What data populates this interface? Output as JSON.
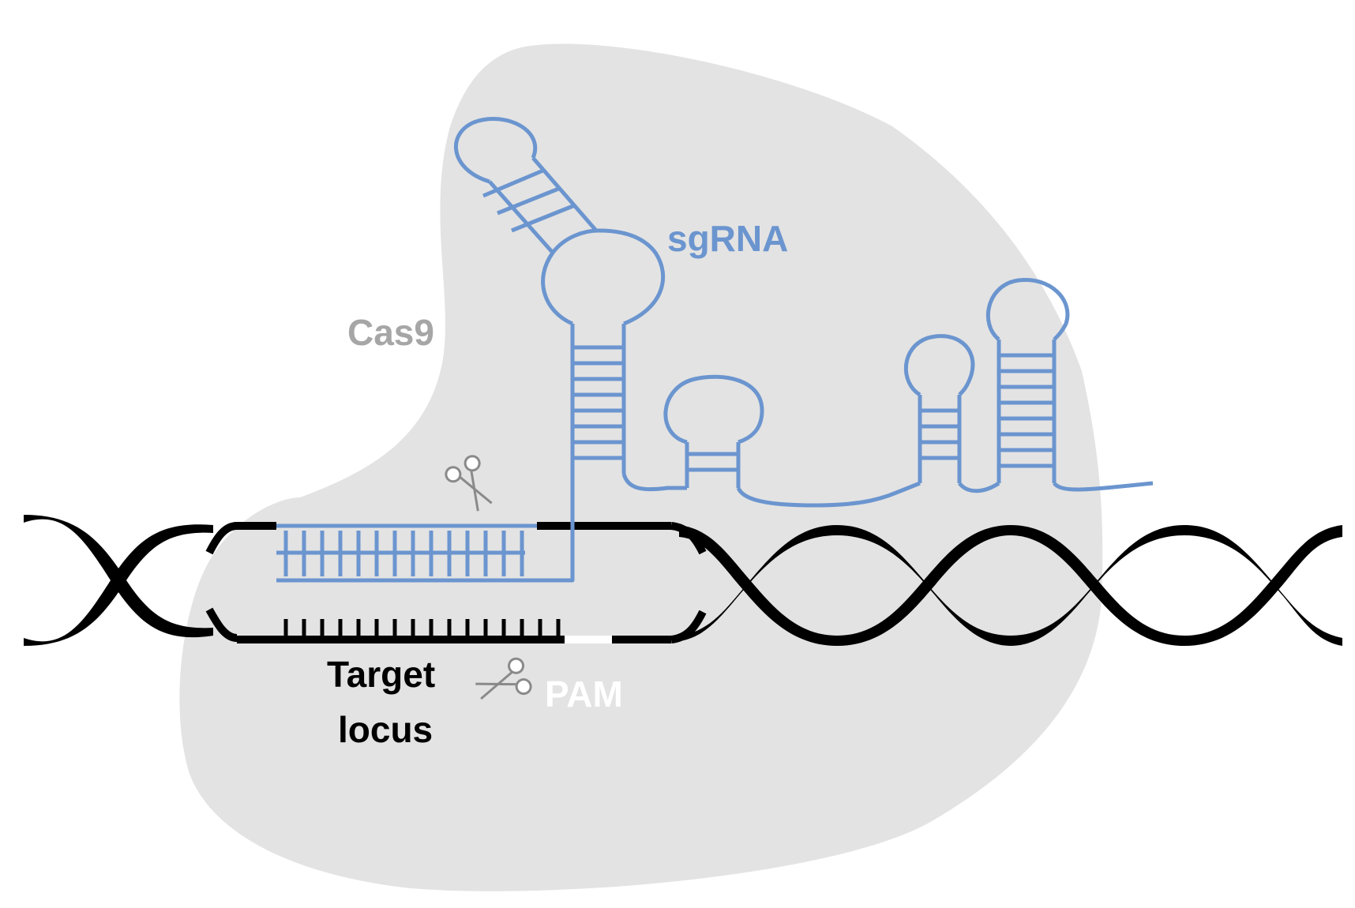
{
  "labels": {
    "cas9": "Cas9",
    "sgrna": "sgRNA",
    "target_line1": "Target",
    "target_line2": "locus",
    "pam": "PAM"
  },
  "colors": {
    "cas9_fill": "#e3e3e3",
    "cas9_text": "#a6a6a6",
    "sgrna": "#6b95cf",
    "dna": "#000000",
    "pam": "#ffffff",
    "scissors": "#8a8a8a"
  },
  "icons": [
    "scissors-icon",
    "scissors-icon"
  ]
}
